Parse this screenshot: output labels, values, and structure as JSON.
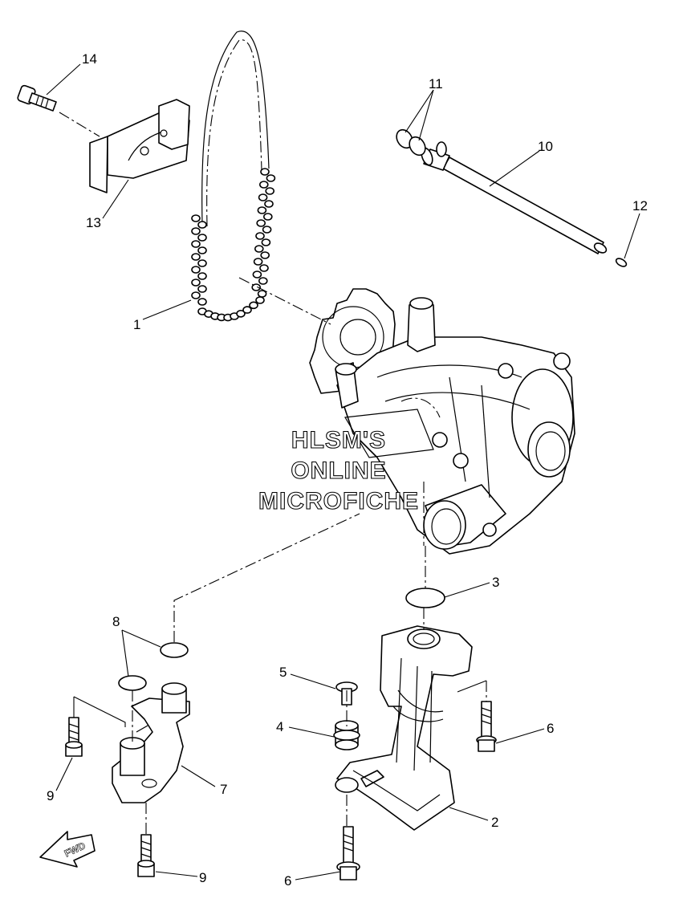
{
  "callouts": {
    "c1": "1",
    "c2": "2",
    "c3": "3",
    "c4": "4",
    "c5": "5",
    "c6a": "6",
    "c6b": "6",
    "c7": "7",
    "c8": "8",
    "c9a": "9",
    "c9b": "9",
    "c10": "10",
    "c11": "11",
    "c12": "12",
    "c13": "13",
    "c14": "14"
  },
  "watermark": {
    "line1": "HLSM'S",
    "line2": "ONLINE",
    "line3": "MICROFICHE"
  },
  "fwd_arrow": "FWD"
}
